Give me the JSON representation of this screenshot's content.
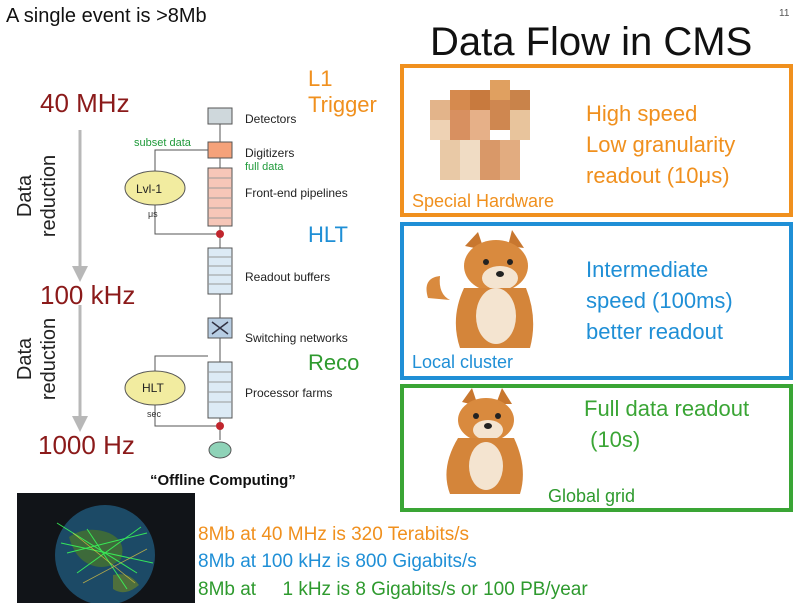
{
  "header": {
    "event_size": "A single event is >8Mb",
    "slide_number": "11",
    "title": "Data Flow in CMS"
  },
  "rates": {
    "r1": "40 MHz",
    "r2": "100 kHz",
    "r3": "1000 Hz",
    "reduction_top": [
      "Data",
      "reduction"
    ],
    "reduction_bottom": [
      "Data",
      "reduction"
    ]
  },
  "diagram": {
    "detectors": "Detectors",
    "subset_data": "subset data",
    "digitizers": "Digitizers",
    "full_data": "full data",
    "lvl1": "Lvl-1",
    "mu_s": "μs",
    "front_end": "Front-end pipelines",
    "readout_buffers": "Readout buffers",
    "switching": "Switching networks",
    "hlt": "HLT",
    "sec": "sec",
    "processor_farms": "Processor farms",
    "offline": "“Offline Computing”"
  },
  "stages": {
    "l1": [
      "L1",
      "Trigger"
    ],
    "hlt": "HLT",
    "reco": "Reco"
  },
  "boxes": {
    "orange": {
      "color": "#f0901e",
      "desc": [
        "High speed",
        "Low granularity",
        "readout (10μs)"
      ],
      "caption": "Special Hardware"
    },
    "blue": {
      "color": "#1f8fd6",
      "desc": [
        "Intermediate",
        "speed (100ms)",
        "better readout"
      ],
      "caption": "Local cluster"
    },
    "green": {
      "color": "#3aa535",
      "desc": [
        "Full data readout",
        " (10s)"
      ],
      "caption": "Global grid"
    }
  },
  "bottom": {
    "line1": "8Mb at 40 MHz is 320 Terabits/s",
    "line2": "8Mb at 100 kHz is 800 Gigabits/s",
    "line3": "8Mb at     1 kHz is 8 Gigabits/s or 100 PB/year",
    "colors": [
      "#f0901e",
      "#1f8fd6",
      "#2e9a2e"
    ]
  }
}
